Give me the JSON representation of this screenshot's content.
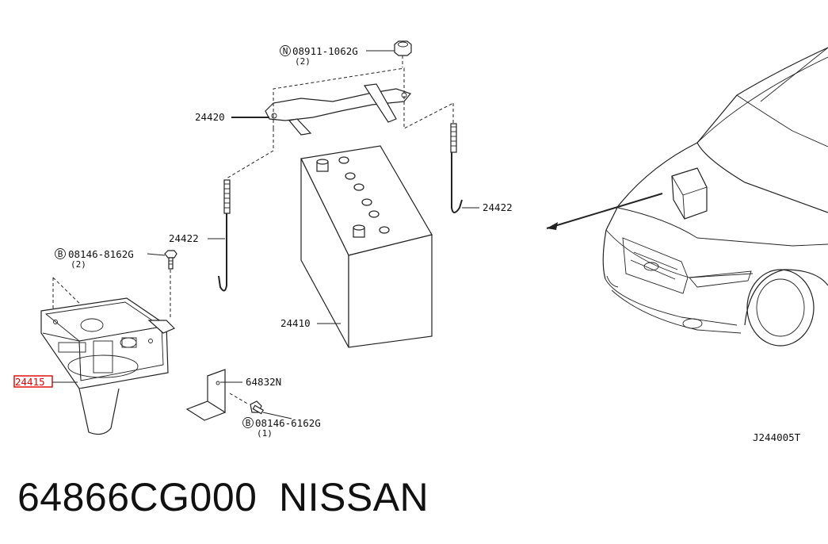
{
  "callouts": {
    "nut_code": "08911-1062G",
    "nut_prefix": "N",
    "nut_qty": "(2)",
    "hold_down_frame": "24420",
    "rod_right": "24422",
    "rod_left": "24422",
    "bolt_upper_prefix": "B",
    "bolt_upper_code": "08146-8162G",
    "bolt_upper_qty": "(2)",
    "battery": "24410",
    "tray": "24415",
    "bracket": "64832N",
    "bolt_lower_prefix": "B",
    "bolt_lower_code": "08146-6162G",
    "bolt_lower_qty": "(1)",
    "diagram_code": "J244005T"
  },
  "footer": {
    "part_number": "64866CG000",
    "brand": "NISSAN"
  },
  "colors": {
    "highlight": "#e00000",
    "ink": "#222222"
  }
}
